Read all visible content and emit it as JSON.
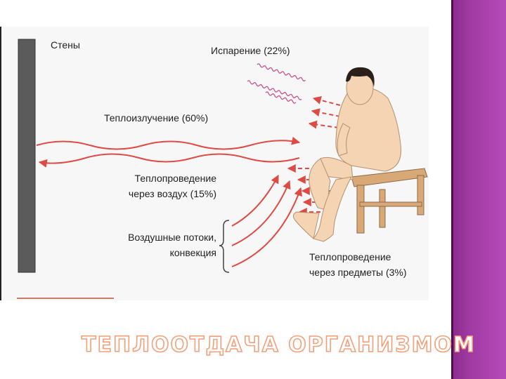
{
  "labels": {
    "walls": "Стены",
    "evaporation": "Испарение (22%)",
    "radiation": "Теплоизлучение (60%)",
    "air_conduction_line1": "Теплопроведение",
    "air_conduction_line2": "через воздух (15%)",
    "convection_line1": "Воздушные потоки,",
    "convection_line2": "конвекция",
    "object_conduction_line1": "Теплопроведение",
    "object_conduction_line2": "через предметы (3%)"
  },
  "slide_title": "ТЕПЛООТДАЧА  ОРГАНИЗМОМ",
  "colors": {
    "arrow": "#e04a44",
    "wall": "#5b5b5b",
    "skin": "#f4d4b3",
    "hair": "#2b1f1a",
    "stool": "#d9a877",
    "side_band": "#a13aa3",
    "title_outline": "#f2a07a"
  },
  "icons": [
    "wall",
    "sitting-person",
    "wooden-stool",
    "vapor-coils",
    "heat-arrows"
  ]
}
